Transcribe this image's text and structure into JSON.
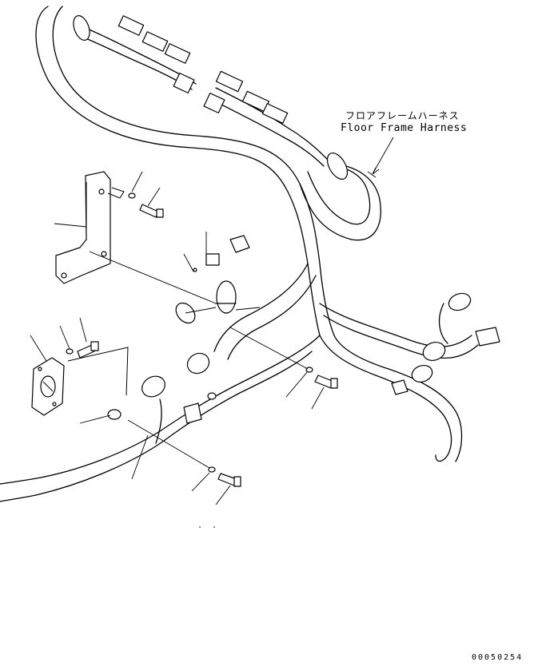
{
  "harness_label": {
    "japanese": "フロアフレームハーネス",
    "english": "Floor Frame Harness"
  },
  "drawing_number": "00050254"
}
